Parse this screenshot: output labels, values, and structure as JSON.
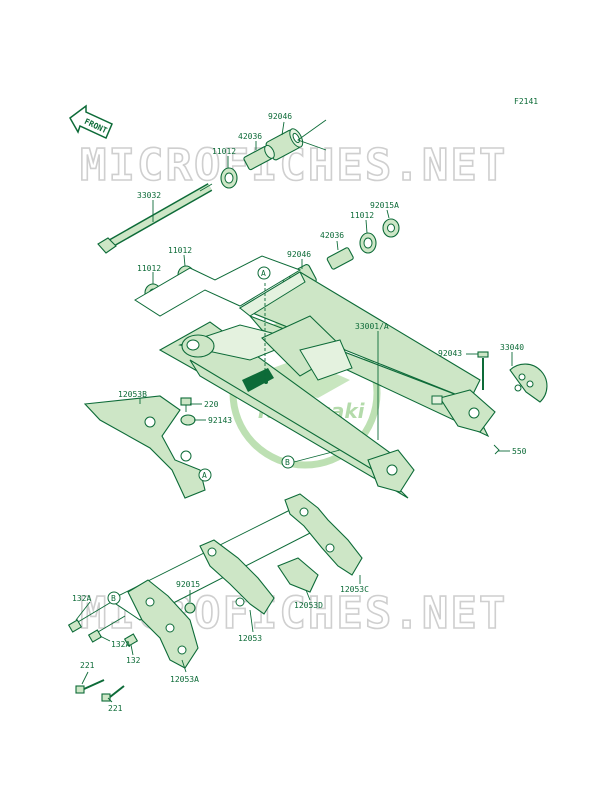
{
  "figure_code": "F2141",
  "front_label": "FRONT",
  "watermark_text": "MICROFICHES.NET",
  "logo_text": "Kawasaki",
  "callouts": {
    "A": "A",
    "B": "B"
  },
  "parts": {
    "p92046_top": "92046",
    "p42036_top": "42036",
    "p11012_top": "11012",
    "p33032": "33032",
    "p92015A": "92015A",
    "p11012_r": "11012",
    "p42036_r": "42036",
    "p92046_r": "92046",
    "p11012_l1": "11012",
    "p11012_l2": "11012",
    "p33001": "33001/A",
    "p92043": "92043",
    "p33040": "33040",
    "p12053B": "12053B",
    "p220": "220",
    "p92143": "92143",
    "p550": "550",
    "p132A_1": "132A",
    "p132A_2": "132A",
    "p92015": "92015",
    "p132": "132",
    "p221_1": "221",
    "p221_2": "221",
    "p12053A": "12053A",
    "p12053": "12053",
    "p12053D": "12053D",
    "p12053C": "12053C"
  },
  "colors": {
    "line": "#0d6b38",
    "fill": "#cde6c6",
    "watermark": "#cfcfcf"
  }
}
